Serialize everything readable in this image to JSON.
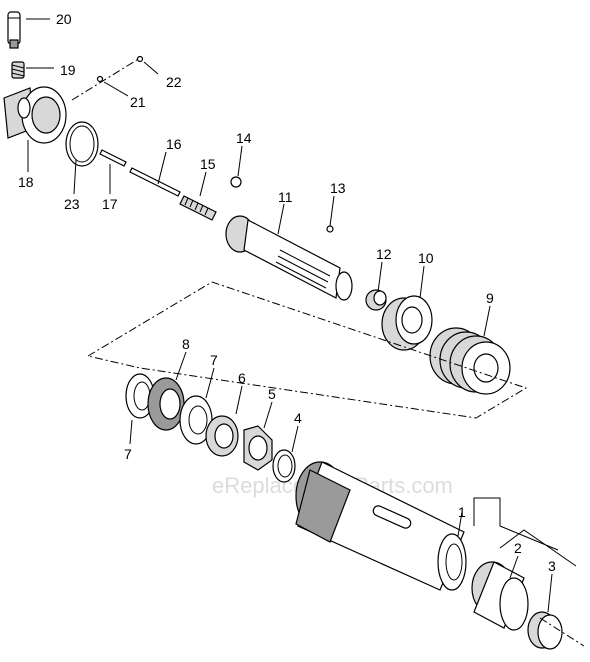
{
  "watermark": "eReplacementParts.com",
  "callouts": {
    "c1": "1",
    "c2": "2",
    "c3": "3",
    "c4": "4",
    "c5": "5",
    "c6": "6",
    "c7a": "7",
    "c7b": "7",
    "c8": "8",
    "c9": "9",
    "c10": "10",
    "c11": "11",
    "c12": "12",
    "c13": "13",
    "c14": "14",
    "c15": "15",
    "c16": "16",
    "c17": "17",
    "c18": "18",
    "c19": "19",
    "c20": "20",
    "c21": "21",
    "c22": "22",
    "c23": "23"
  }
}
